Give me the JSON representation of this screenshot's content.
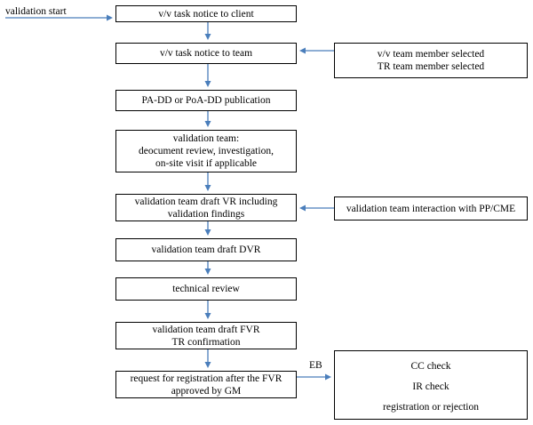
{
  "colors": {
    "edge": "#4a7ebb",
    "border": "#000000",
    "background": "#ffffff"
  },
  "start_label": "validation start",
  "eb_label": "EB",
  "nodes": {
    "task_client": [
      "v/v task notice to client"
    ],
    "task_team": [
      "v/v task notice to team"
    ],
    "members": [
      "v/v team member selected",
      "TR team member selected"
    ],
    "publication": [
      "PA-DD or PoA-DD publication"
    ],
    "review": [
      "validation team:",
      "deocument review, investigation,",
      "on-site visit if applicable"
    ],
    "draft_vr": [
      "validation team draft VR including",
      "validation findings"
    ],
    "interaction": [
      "validation team interaction with PP/CME"
    ],
    "draft_dvr": [
      "validation team draft DVR"
    ],
    "technical_review": [
      "technical review"
    ],
    "draft_fvr": [
      "validation team draft FVR",
      "TR confirmation"
    ],
    "request": [
      "request for registration after the FVR",
      "approved by GM"
    ],
    "eb_checks": [
      "CC check",
      "IR check",
      "registration or rejection"
    ]
  }
}
